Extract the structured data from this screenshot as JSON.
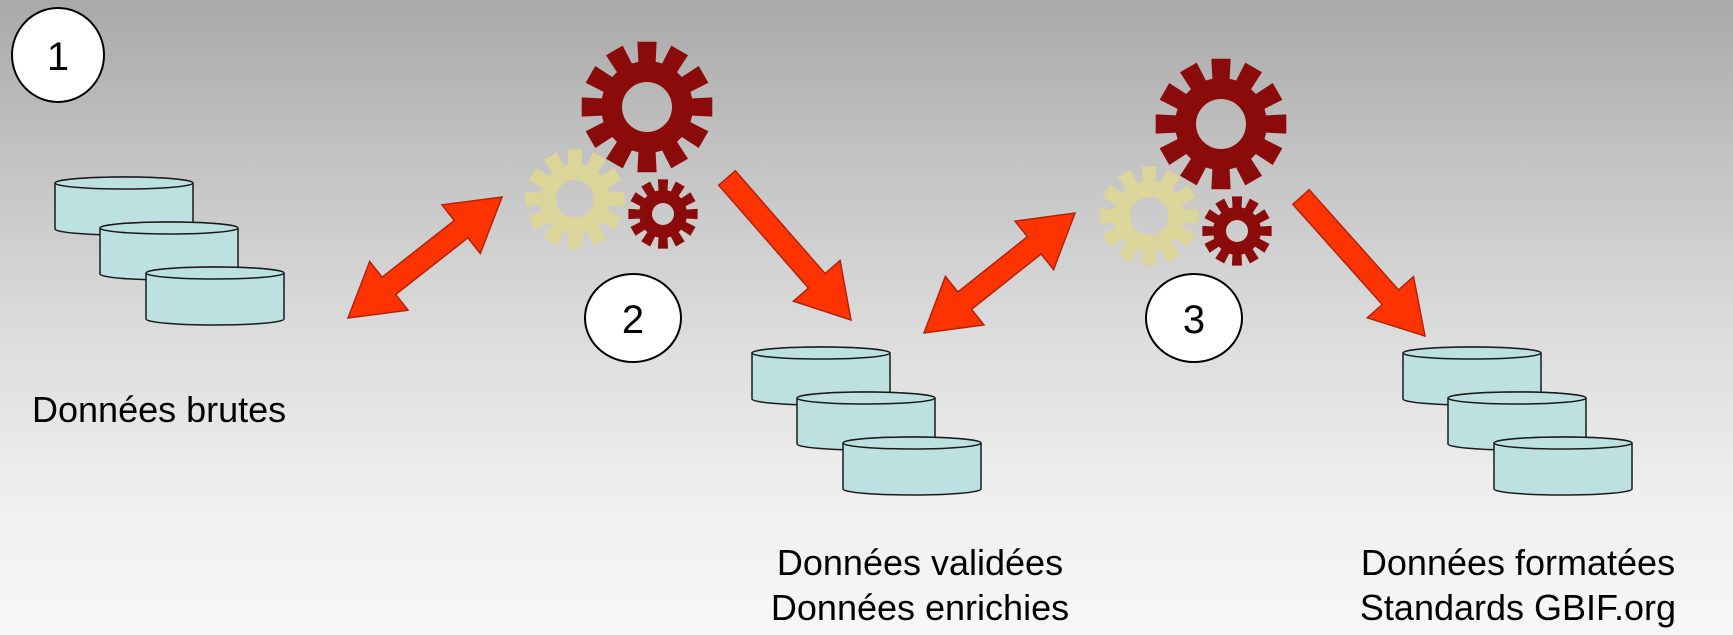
{
  "diagram": {
    "steps": [
      {
        "number": "1"
      },
      {
        "number": "2"
      },
      {
        "number": "3"
      }
    ],
    "stages": [
      {
        "lines": [
          "Données brutes"
        ]
      },
      {
        "lines": [
          "Données validées",
          "Données enrichies"
        ]
      },
      {
        "lines": [
          "Données formatées",
          "Standards GBIF.org"
        ]
      }
    ]
  },
  "colors": {
    "arrow": "#ff3300",
    "arrow_outline": "#b3220a",
    "gear_large": "#8b0b0b",
    "gear_small_dark": "#8b0b0b",
    "gear_light": "#dcd59a",
    "cylinder_fill": "#bde0e0",
    "cylinder_stroke": "#1a1a1a",
    "circle_fill": "#ffffff",
    "circle_stroke": "#000000"
  },
  "icons": {
    "gear": "gear-icon",
    "database": "database-icon",
    "arrow": "arrow-icon",
    "double_arrow": "double-arrow-icon"
  }
}
